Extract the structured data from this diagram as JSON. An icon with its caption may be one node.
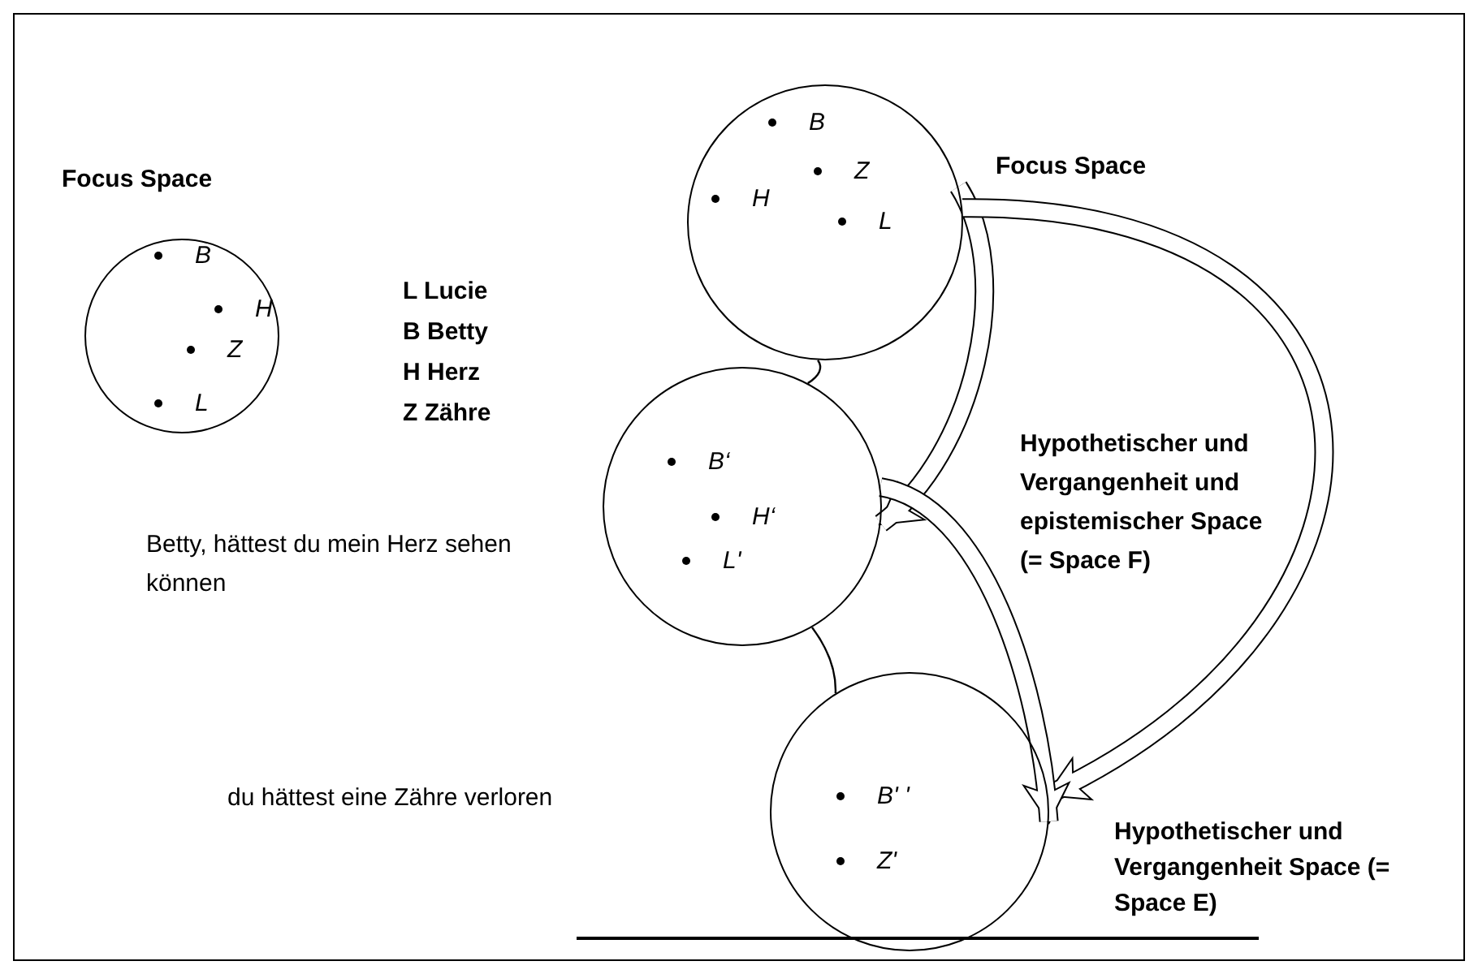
{
  "diagram": {
    "nodes": [
      {
        "text": [
          "Focus Space",
          "B",
          "H",
          "Z",
          "L"
        ]
      },
      {
        "text": [
          "Focus Space",
          "B",
          "Z",
          "H",
          "L"
        ]
      },
      {
        "text": [
          "B‘",
          "H‘",
          "L'"
        ]
      },
      {
        "text": [
          "B' '",
          "Z'"
        ],
        "beside": [
          "Hypothetischer und Vergangenheit Space (= Space E)"
        ]
      }
    ],
    "edges": [
      {
        "from": 1,
        "to": 2,
        "arrow": "none"
      },
      {
        "from": 2,
        "to": 3,
        "arrow": "none"
      },
      {
        "from": 1,
        "to": 2,
        "arrow": "to"
      },
      {
        "from": 1,
        "to": 3,
        "arrow": "to"
      },
      {
        "from": 2,
        "to": 3,
        "arrow": "to"
      }
    ],
    "labels": [
      "L Lucie",
      "B Betty",
      "H Herz",
      "Z Zähre",
      "Betty, hättest du mein Herz sehen können",
      "Hypothetischer und Vergangenheit und epistemischer Space (= Space F)",
      "du hättest eine Zähre verloren"
    ]
  }
}
